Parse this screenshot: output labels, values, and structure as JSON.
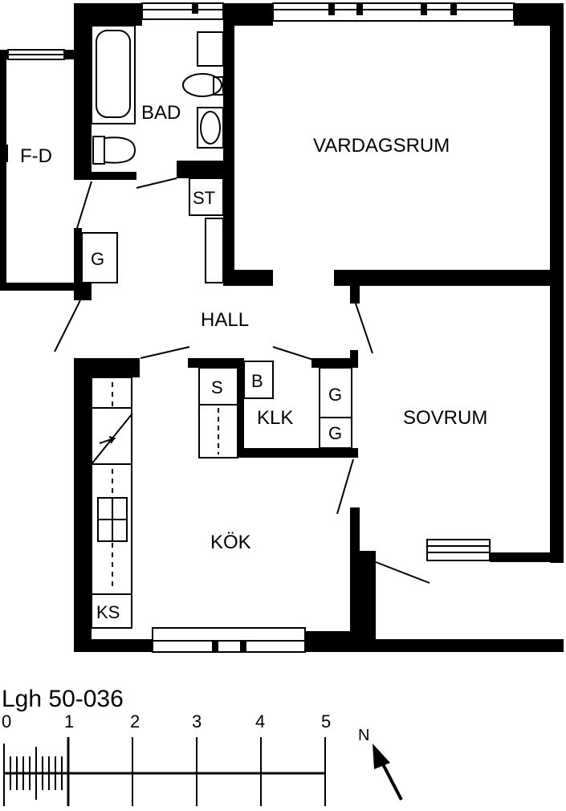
{
  "plan": {
    "rooms": {
      "bad": "BAD",
      "vardagsrum": "VARDAGSRUM",
      "fd": "F-D",
      "hall": "HALL",
      "klk": "KLK",
      "sovrum": "SOVRUM",
      "kok": "KÖK"
    },
    "fixtures": {
      "st": "ST",
      "g_hall": "G",
      "s": "S",
      "b": "B",
      "g_klk_top": "G",
      "g_klk_bottom": "G",
      "ks": "KS"
    }
  },
  "scale": {
    "title": "Lgh 50-036",
    "ticks": [
      "0",
      "1",
      "2",
      "3",
      "4",
      "5"
    ]
  },
  "compass": {
    "label": "N"
  },
  "colors": {
    "wall": "#000000",
    "background": "#ffffff"
  }
}
